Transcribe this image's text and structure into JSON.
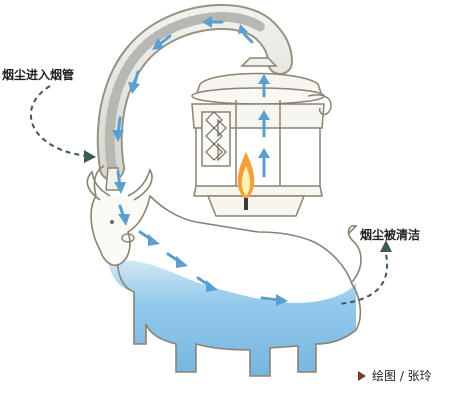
{
  "labels": {
    "smoke_enters_chimney": "烟尘进入烟管",
    "smoke_cleaned": "烟尘被清洁"
  },
  "credit": "绘图 / 张玲",
  "colors": {
    "water": "#8fc7ea",
    "water_deep": "#6fb2df",
    "arrow": "#5a9fd0",
    "curved_arrow": "#3e5a57",
    "outline": "#8a8272",
    "credit_marker": "#7a3b2a",
    "flame_outer": "#f2a13a",
    "flame_inner": "#fff3b0"
  },
  "icons": [
    "flame-icon",
    "play-triangle-icon"
  ]
}
